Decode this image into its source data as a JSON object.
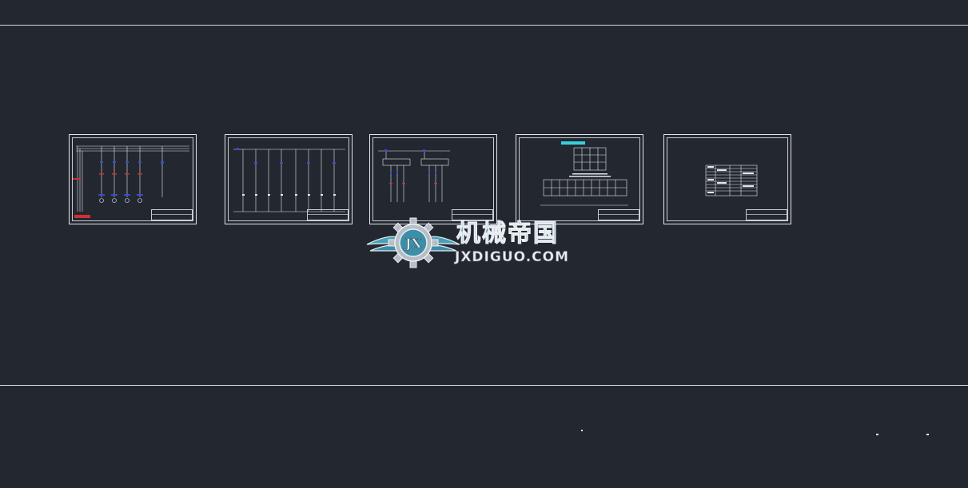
{
  "viewport": {
    "background_color": "#232830",
    "line_color": "#d6d8dc"
  },
  "sheets": [
    {
      "content": "power-circuit-schematic"
    },
    {
      "content": "control-circuit-schematic"
    },
    {
      "content": "contactor-wiring-schematic"
    },
    {
      "content": "terminal-layout-drawing"
    },
    {
      "content": "component-list-table"
    }
  ],
  "watermark": {
    "chinese_text": "机械帝国",
    "english_text": "JXDIGUO.COM",
    "emblem_text": "JX",
    "accent_color": "#3d8ea8",
    "emblem": "gear-wings-icon"
  },
  "colors": {
    "wire": "#e4e6ea",
    "component_blue": "#3a4bd0",
    "component_red": "#d03030",
    "heading_cyan": "#35d0e0"
  }
}
